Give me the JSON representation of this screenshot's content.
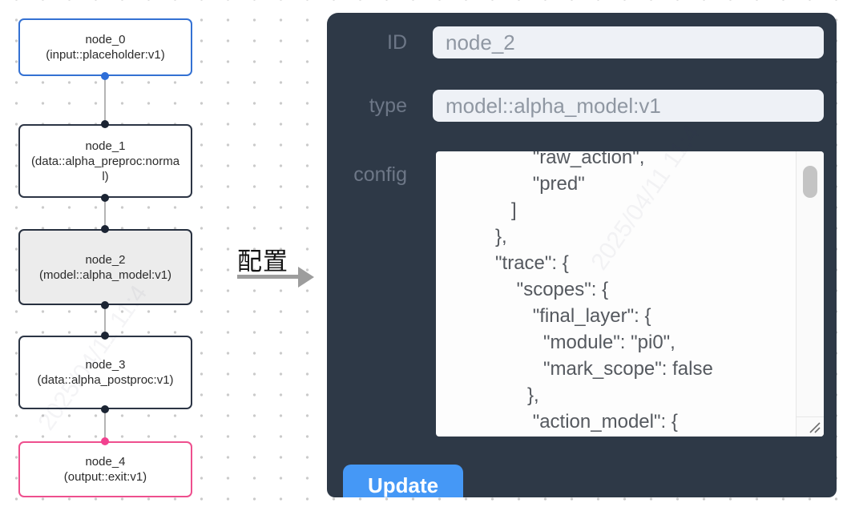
{
  "flow": {
    "nodes": [
      {
        "title": "node_0",
        "subtitle": "(input::placeholder:v1)"
      },
      {
        "title": "node_1",
        "subtitle": "(data::alpha_preproc:normal)"
      },
      {
        "title": "node_2",
        "subtitle": "(model::alpha_model:v1)"
      },
      {
        "title": "node_3",
        "subtitle": "(data::alpha_postproc:v1)"
      },
      {
        "title": "node_4",
        "subtitle": "(output::exit:v1)"
      }
    ],
    "edge_label": "配置"
  },
  "panel": {
    "id_label": "ID",
    "id_value": "node_2",
    "type_label": "type",
    "type_value": "model::alpha_model:v1",
    "config_label": "config",
    "config_value": "                \"raw_action\",\n                \"pred\"\n            ]\n         },\n         \"trace\": {\n             \"scopes\": {\n                \"final_layer\": {\n                  \"module\": \"pi0\",\n                  \"mark_scope\": false\n               },\n                \"action_model\": {",
    "update_label": "Update"
  },
  "watermark_text": "2025/04/11 11:4",
  "colors": {
    "node_default_border": "#2c3545",
    "node_input_border": "#3471d3",
    "node_output_border": "#ee4f8e",
    "node_selected_bg": "#ececec",
    "port_dark": "#1b2433",
    "port_blue": "#2e6ed8",
    "port_pink": "#f2418f",
    "panel_bg": "#2e3947",
    "panel_label": "#6d7787",
    "input_bg": "#eef1f6",
    "accent_blue": "#4598f6"
  }
}
